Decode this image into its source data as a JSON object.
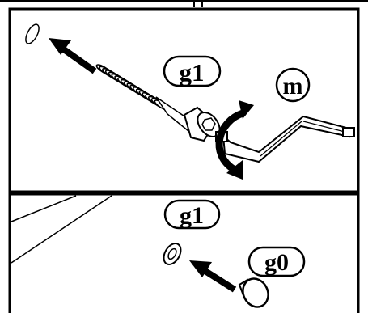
{
  "panels": [
    {
      "id": "top",
      "labels": {
        "part_screw": "g1",
        "part_key": "m"
      }
    },
    {
      "id": "bottom",
      "labels": {
        "part_screw": "g1",
        "part_cap": "g0"
      }
    }
  ],
  "colors": {
    "ink": "#000000",
    "paper": "#ffffff",
    "cap_fill": "#ffffff"
  },
  "icons": [
    "hole-icon",
    "insert-arrow-icon",
    "screw-icon",
    "hex-key-icon",
    "rotate-arrow-icon",
    "washer-icon",
    "cover-cap-icon"
  ]
}
